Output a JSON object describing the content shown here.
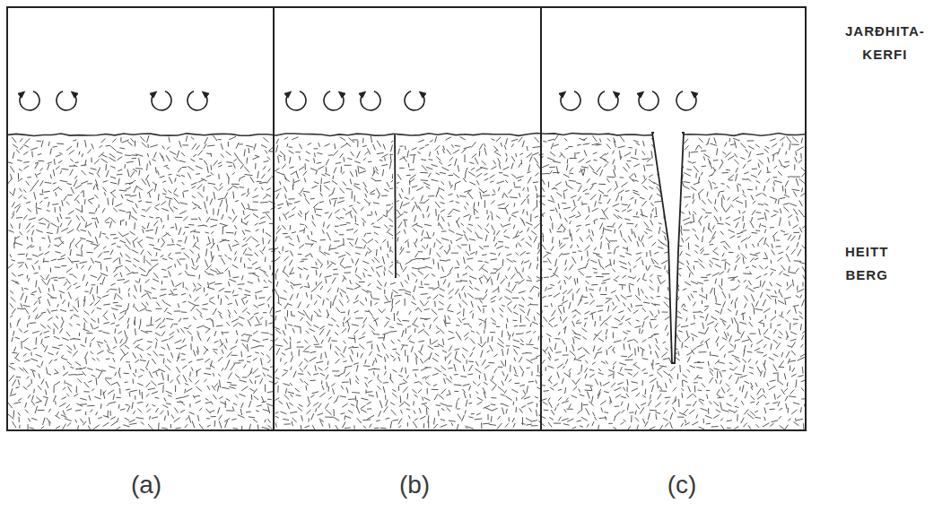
{
  "diagram": {
    "labels": [
      "JARÐHITA- KERFI",
      "HEITT BERG",
      "(a)",
      "(b)",
      "(c)"
    ]
  }
}
